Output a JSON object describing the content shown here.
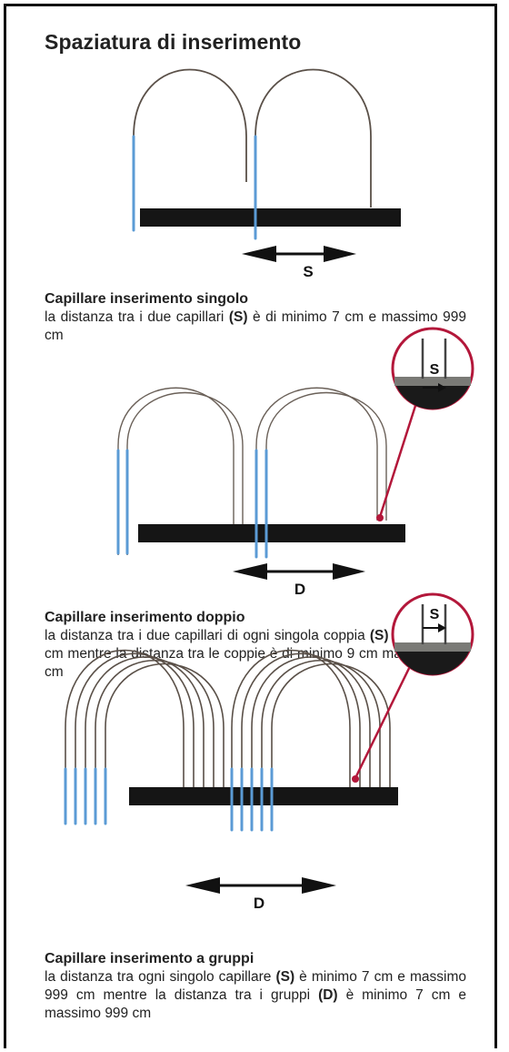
{
  "title": "Spaziatura di inserimento",
  "sections": [
    {
      "heading": "Capillare inserimento singolo",
      "desc_1": "la distanza tra i due capillari ",
      "desc_2": "(S)",
      "desc_3": " è di minimo 7 cm e massimo 999 cm",
      "dimension_label": "S"
    },
    {
      "heading": "Capillare inserimento doppio",
      "desc_1": "la distanza tra i due capillari di ogni singola coppia ",
      "desc_2": "(S)",
      "desc_3": " è pari a 2,5 cm mentre la distanza tra le coppie è di minimo 9 cm massimo 999 cm",
      "dimension_label": "D",
      "detail_label": "S"
    },
    {
      "heading": "Capillare inserimento a gruppi",
      "desc_1": "la distanza tra ogni singolo capillare ",
      "desc_2": "(S)",
      "desc_3": " è minimo 7 cm e massimo 999 cm mentre la distanza tra i gruppi ",
      "desc_4": "(D)",
      "desc_5": " è minimo 7 cm e massimo 999 cm",
      "dimension_label": "D",
      "detail_label": "S"
    }
  ],
  "colors": {
    "tube": "#151515",
    "capillary": "#5a5048",
    "tip": "#5b9bd5",
    "detail_border": "#b3173a",
    "text": "#222222"
  }
}
